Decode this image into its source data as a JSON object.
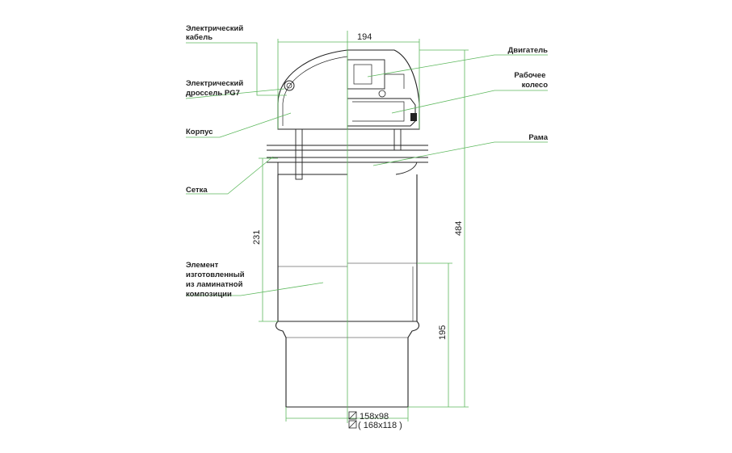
{
  "colors": {
    "outline": "#222222",
    "leader": "#5cb85c",
    "dimension": "#4a6fa5",
    "background": "#ffffff"
  },
  "labels": {
    "cable": [
      "Электрический",
      "кабель"
    ],
    "gland": [
      "Электрический",
      "дроссель PG7"
    ],
    "housing": [
      "Корпус"
    ],
    "mesh": [
      "Сетка"
    ],
    "laminate": [
      "Элемент",
      "изготовленный",
      "из ламинатной",
      "композиции"
    ],
    "motor": [
      "Двигатель"
    ],
    "impeller": [
      "Рабочее",
      "колесо"
    ],
    "frame": [
      "Рама"
    ]
  },
  "dimensions": {
    "top_width": "194",
    "upper_height": "231",
    "total_height": "484",
    "lower_height": "195",
    "base_size_1": "158x98",
    "base_size_2": "( 168x118 )"
  }
}
